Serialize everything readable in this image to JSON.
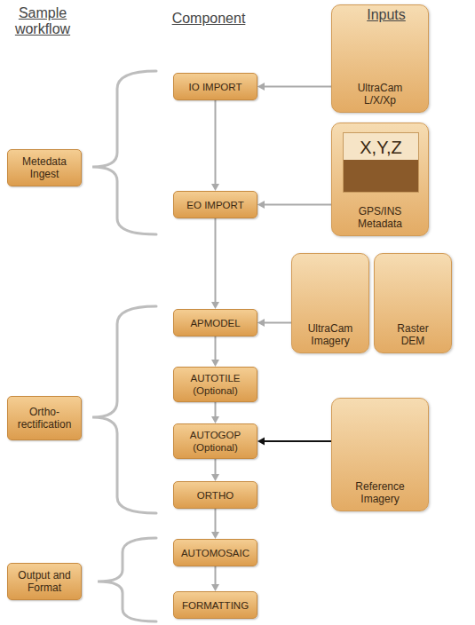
{
  "diagram": {
    "nodes": [
      {
        "text": [
          "IO IMPORT"
        ]
      },
      {
        "text": [
          "UltraCam L/X/Xp"
        ]
      },
      {
        "text": [
          "Metedata Ingest"
        ]
      },
      {
        "text": [
          "EO IMPORT"
        ]
      },
      {
        "text": [
          "GPS/INS Metadata"
        ]
      },
      {
        "text": [
          "X,Y,Z"
        ],
        "in": 4
      },
      {
        "text": [
          "APMODEL"
        ]
      },
      {
        "text": [
          "UltraCam Imagery"
        ]
      },
      {
        "text": [
          "Raster DEM"
        ]
      },
      {
        "text": [
          "Ortho-rectification"
        ]
      },
      {
        "text": [
          "AUTOTILE (Optional)"
        ]
      },
      {
        "text": [
          "AUTOGOP (Optional)"
        ]
      },
      {
        "text": [
          "Reference Imagery"
        ]
      },
      {
        "text": [
          "ORTHO"
        ]
      },
      {
        "text": [
          "Output and Format"
        ]
      },
      {
        "text": [
          "AUTOMOSAIC"
        ]
      },
      {
        "text": [
          "FORMATTING"
        ]
      }
    ],
    "edges": [
      {
        "from": 1,
        "to": 0,
        "arrow": "to"
      },
      {
        "from": 0,
        "to": 3,
        "arrow": "to"
      },
      {
        "from": 4,
        "to": 3,
        "arrow": "to"
      },
      {
        "from": 3,
        "to": 6,
        "arrow": "to"
      },
      {
        "from": 7,
        "to": 6,
        "arrow": "to"
      },
      {
        "from": 6,
        "to": 10,
        "arrow": "to"
      },
      {
        "from": 10,
        "to": 11,
        "arrow": "to"
      },
      {
        "from": 12,
        "to": 11,
        "arrow": "to"
      },
      {
        "from": 11,
        "to": 13,
        "arrow": "to"
      },
      {
        "from": 13,
        "to": 15,
        "arrow": "to"
      },
      {
        "from": 15,
        "to": 16,
        "arrow": "to"
      }
    ],
    "labels": [
      "Sample workflow",
      "Component",
      "Inputs"
    ]
  }
}
